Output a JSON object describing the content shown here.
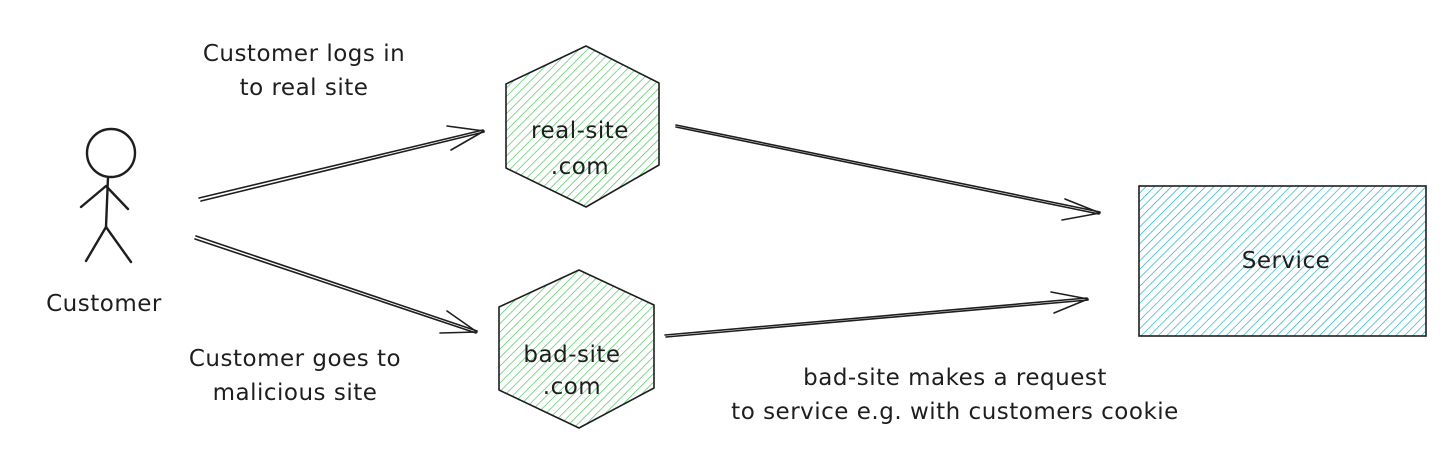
{
  "nodes": {
    "customer": {
      "label": "Customer"
    },
    "real_site": {
      "line1": "real-site",
      "line2": ".com",
      "fill": "#40c057"
    },
    "bad_site": {
      "line1": "bad-site",
      "line2": ".com",
      "fill": "#40c057"
    },
    "service": {
      "label": "Service",
      "fill": "#15aabf"
    }
  },
  "edges": {
    "login": {
      "line1": "Customer logs in",
      "line2": "to real site"
    },
    "malicious": {
      "line1": "Customer goes to",
      "line2": "malicious site"
    },
    "request": {
      "line1": "bad-site makes a request",
      "line2": "to service e.g. with customers cookie"
    }
  },
  "colors": {
    "stroke": "#1e1e1e",
    "site_hatch": "#40c057",
    "service_hatch": "#15aabf"
  }
}
